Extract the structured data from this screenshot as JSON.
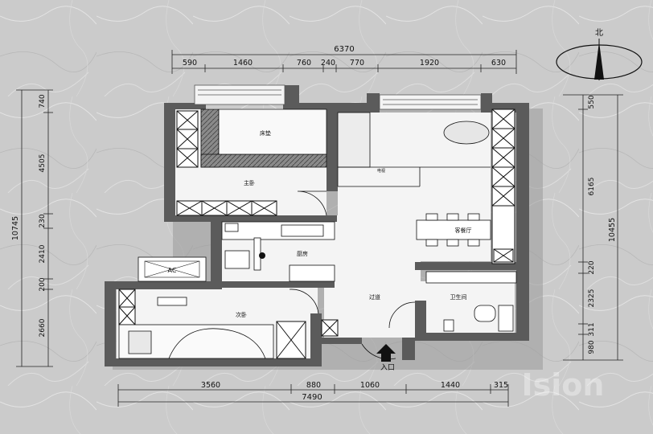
{
  "colors": {
    "background": "#c9c9c9",
    "wall": "#5b5b5b",
    "wall_dark": "#3a3a3a",
    "floor": "#f4f4f4",
    "line": "#222222",
    "watermark": "#ffffff"
  },
  "compass": {
    "label": "北"
  },
  "dimensions": {
    "top_total": "6370",
    "top_segments": [
      "590",
      "1460",
      "760",
      "240",
      "770",
      "1920",
      "630"
    ],
    "bottom_segments": [
      "3560",
      "880",
      "1060",
      "1440",
      "315"
    ],
    "bottom_total": "7490",
    "left_total": "10745",
    "left_segments": [
      "740",
      "4505",
      "230",
      "2410",
      "200",
      "2660"
    ],
    "right_total": "10455",
    "right_segments": [
      "550",
      "6165",
      "220",
      "2325",
      "311",
      "980"
    ]
  },
  "rooms": {
    "master_bedroom": "主卧",
    "bed": "床垫",
    "kitchen": "厨房",
    "living_dining": "客餐厅",
    "hallway": "过道",
    "bathroom": "卫生间",
    "second_bedroom": "次卧",
    "ac": "AC",
    "entrance": "入口",
    "tv": "电视"
  },
  "watermark": {
    "text": "Ision"
  }
}
